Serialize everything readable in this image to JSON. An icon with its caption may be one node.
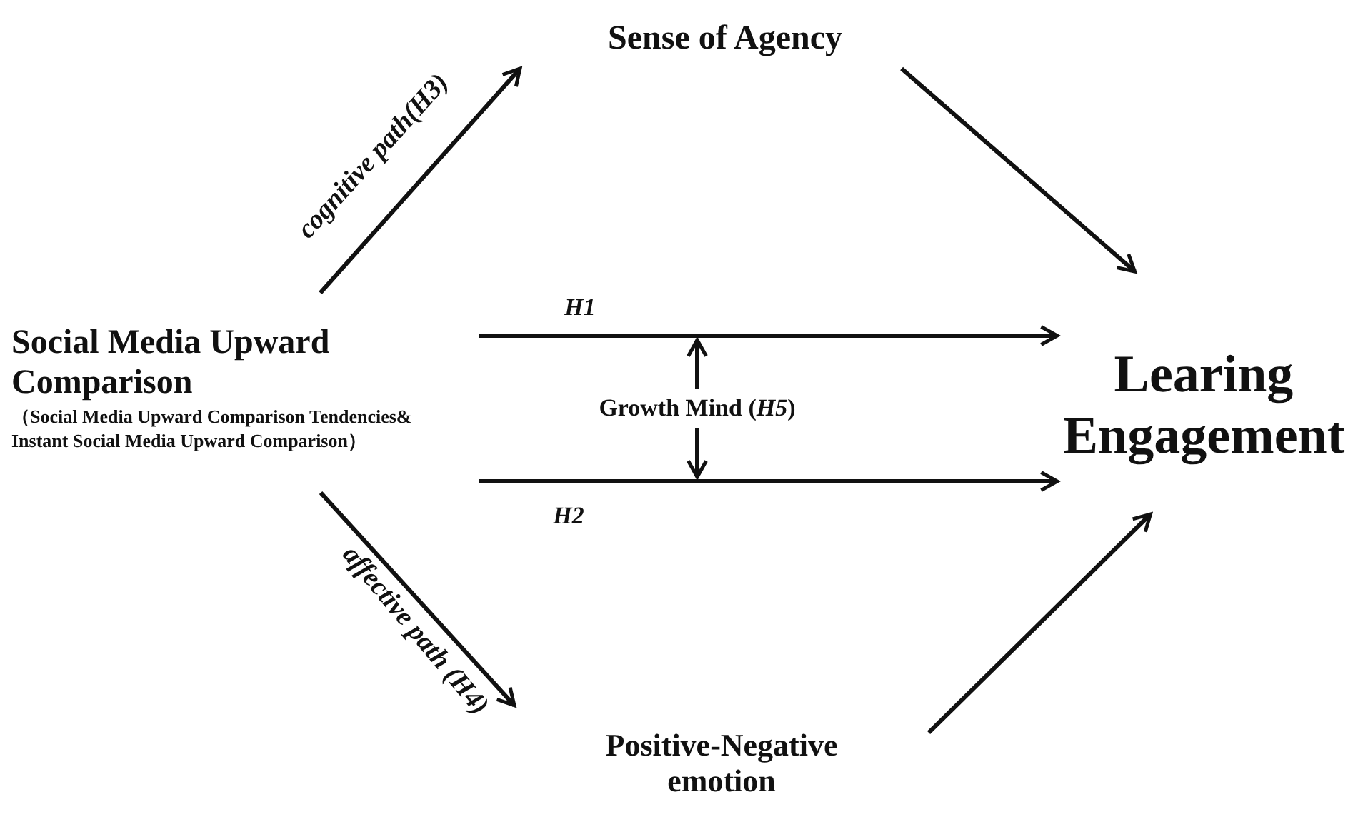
{
  "diagram": {
    "nodes": [
      {
        "text": [
          "Social Media Upward Comparison",
          "（Social Media Upward Comparison Tendencies& Instant Social Media Upward Comparison）"
        ]
      },
      {
        "text": [
          "Sense of Agency"
        ]
      },
      {
        "text": [
          "Learing Engagement"
        ]
      },
      {
        "text": [
          "Positive-Negative emotion"
        ]
      },
      {
        "text": [
          "Growth Mind (*H5*)"
        ]
      }
    ],
    "edges": [
      {
        "from": 0,
        "to": 1,
        "arrow": "to",
        "label": "cognitive path(H3)"
      },
      {
        "from": 1,
        "to": 2,
        "arrow": "to"
      },
      {
        "from": 0,
        "to": 2,
        "arrow": "to",
        "label": "H1"
      },
      {
        "from": 0,
        "to": 2,
        "arrow": "to",
        "label": "H2"
      },
      {
        "from": 0,
        "to": 3,
        "arrow": "to",
        "label": "affective path (H4)"
      },
      {
        "from": 3,
        "to": 2,
        "arrow": "to"
      },
      {
        "from": 4,
        "to": null,
        "arrow": "to"
      },
      {
        "from": 4,
        "to": null,
        "arrow": "to"
      }
    ]
  }
}
